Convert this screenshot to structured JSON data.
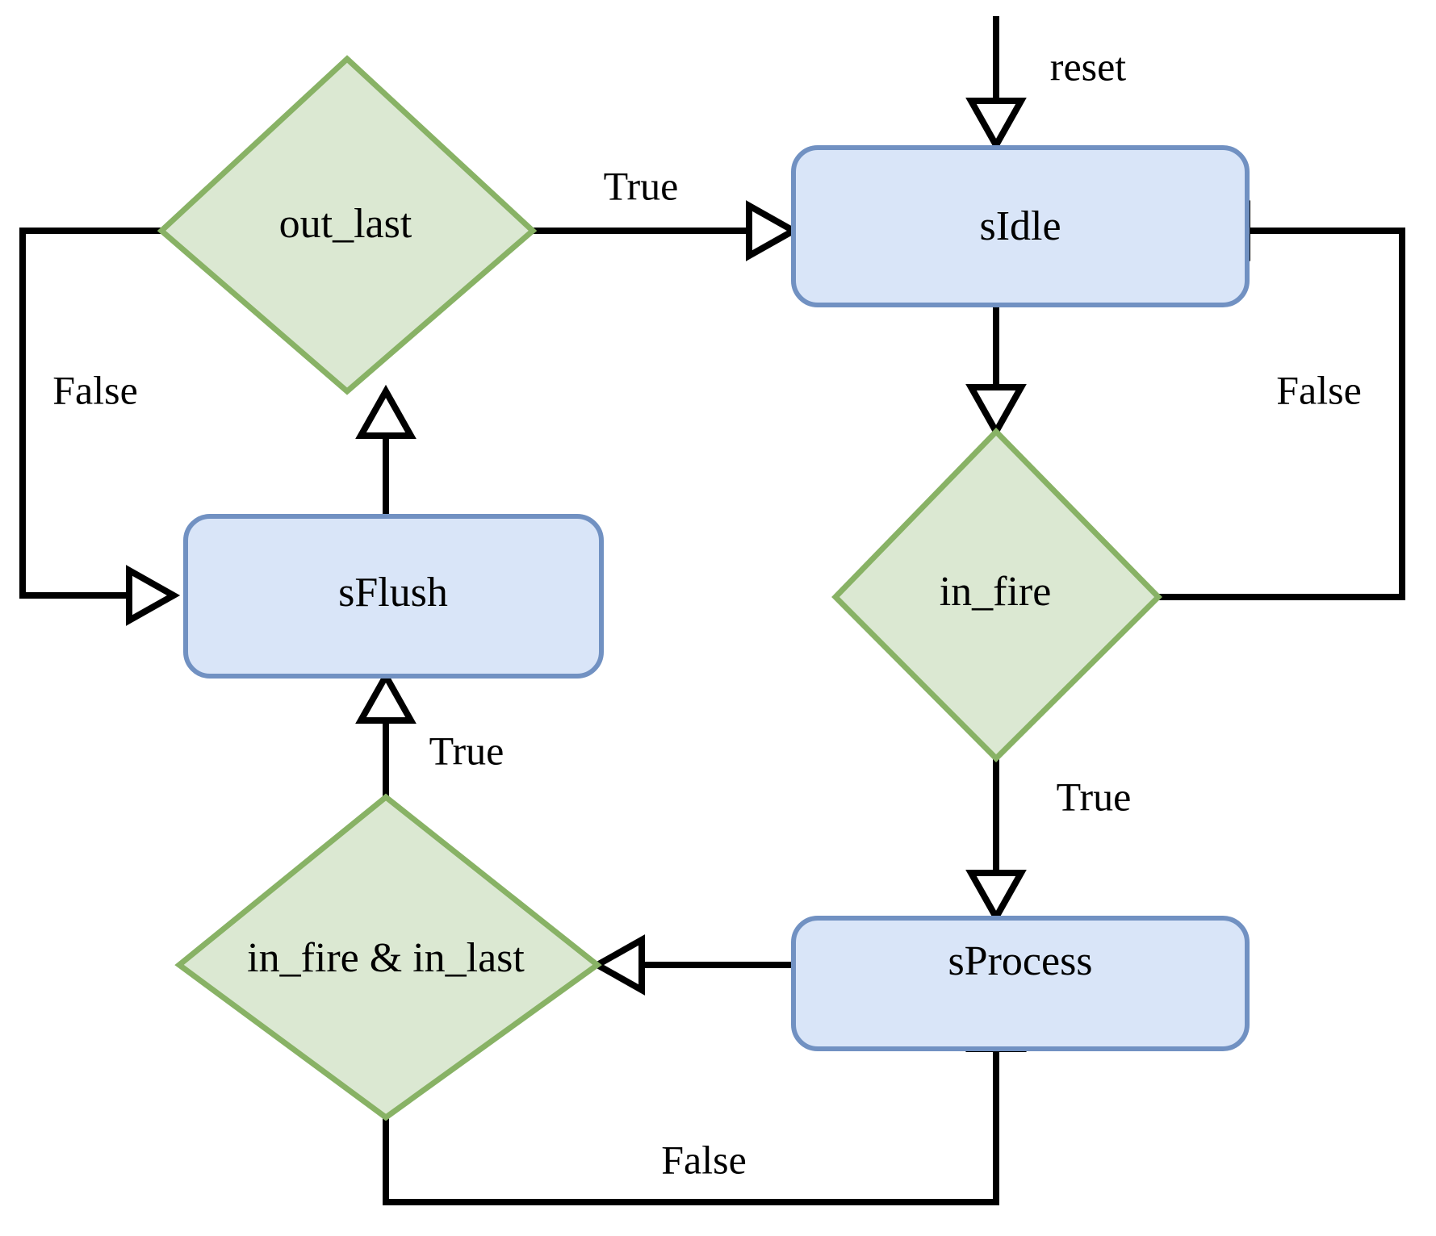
{
  "diagram": {
    "title": "FSM state transition flowchart",
    "type": "state-machine-flowchart",
    "colors": {
      "state_fill": "#d9e5f8",
      "state_stroke": "#7191c2",
      "decision_fill": "#dbe8d2",
      "decision_stroke": "#88b265",
      "edge": "#000000",
      "background": "#ffffff"
    },
    "states": [
      {
        "id": "sIdle",
        "label": "sIdle"
      },
      {
        "id": "sProcess",
        "label": "sProcess"
      },
      {
        "id": "sFlush",
        "label": "sFlush"
      }
    ],
    "decisions": [
      {
        "id": "out_last",
        "label": "out_last"
      },
      {
        "id": "in_fire",
        "label": "in_fire"
      },
      {
        "id": "in_fire_in_last",
        "label": "in_fire & in_last"
      }
    ],
    "edges": [
      {
        "id": "reset-to-sIdle",
        "label": "reset",
        "from": "entry",
        "to": "sIdle"
      },
      {
        "id": "sIdle-to-in_fire",
        "label": "",
        "from": "sIdle",
        "to": "in_fire"
      },
      {
        "id": "in_fire-false-to-sIdle",
        "label": "False",
        "from": "in_fire",
        "to": "sIdle"
      },
      {
        "id": "in_fire-true-to-sProcess",
        "label": "True",
        "from": "in_fire",
        "to": "sProcess"
      },
      {
        "id": "sProcess-to-decision",
        "label": "",
        "from": "sProcess",
        "to": "in_fire_in_last"
      },
      {
        "id": "decision-false-sProcess",
        "label": "False",
        "from": "in_fire_in_last",
        "to": "sProcess"
      },
      {
        "id": "decision-true-sFlush",
        "label": "True",
        "from": "in_fire_in_last",
        "to": "sFlush"
      },
      {
        "id": "sFlush-to-out_last",
        "label": "",
        "from": "sFlush",
        "to": "out_last"
      },
      {
        "id": "out_last-true-sIdle",
        "label": "True",
        "from": "out_last",
        "to": "sIdle"
      },
      {
        "id": "out_last-false-sFlush",
        "label": "False",
        "from": "out_last",
        "to": "sFlush"
      }
    ],
    "labels": {
      "reset": "reset",
      "true_out_last": "True",
      "false_out_last": "False",
      "false_in_fire": "False",
      "true_in_fire": "True",
      "true_in_last": "True",
      "false_in_last": "False"
    }
  }
}
